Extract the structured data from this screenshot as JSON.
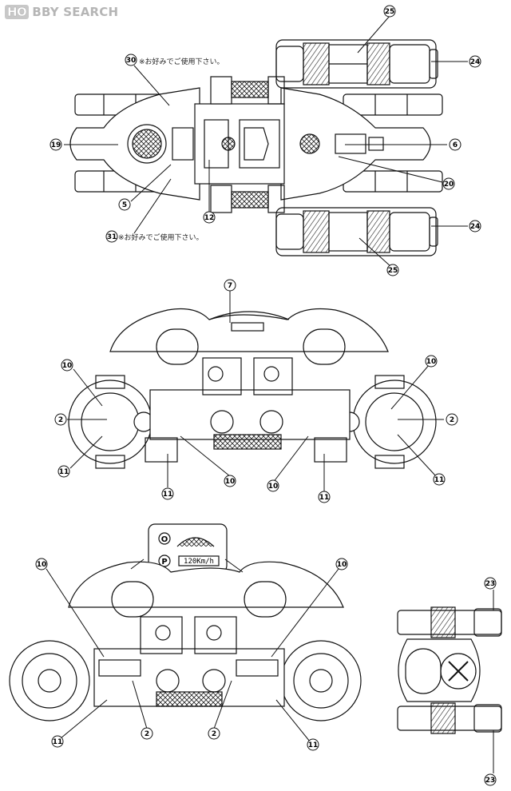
{
  "logo": {
    "prefix": "HO",
    "brand": "BBY SEARCH"
  },
  "notes": {
    "note_30": "※お好みでご使用下さい。",
    "note_31": "※お好みでご使用下さい。"
  },
  "callouts": {
    "n25a": "25",
    "n24a": "24",
    "n30": "30",
    "n19": "19",
    "n6": "6",
    "n5": "5",
    "n12": "12",
    "n20": "20",
    "n31": "31",
    "n24b": "24",
    "n25b": "25",
    "n7": "7",
    "n10a": "10",
    "n10b": "10",
    "n2a": "2",
    "n2b": "2",
    "n11a": "11",
    "n11b": "11",
    "n11c": "11",
    "n10c": "10",
    "n10d": "10",
    "n11d": "11",
    "n10e": "10",
    "n10f": "10",
    "n23a": "23",
    "n11e": "11",
    "n2c": "2",
    "n2d": "2",
    "n11f": "11",
    "n23b": "23"
  },
  "inset": {
    "o_label": "O",
    "p_label": "P",
    "speed": "120Km/h"
  }
}
